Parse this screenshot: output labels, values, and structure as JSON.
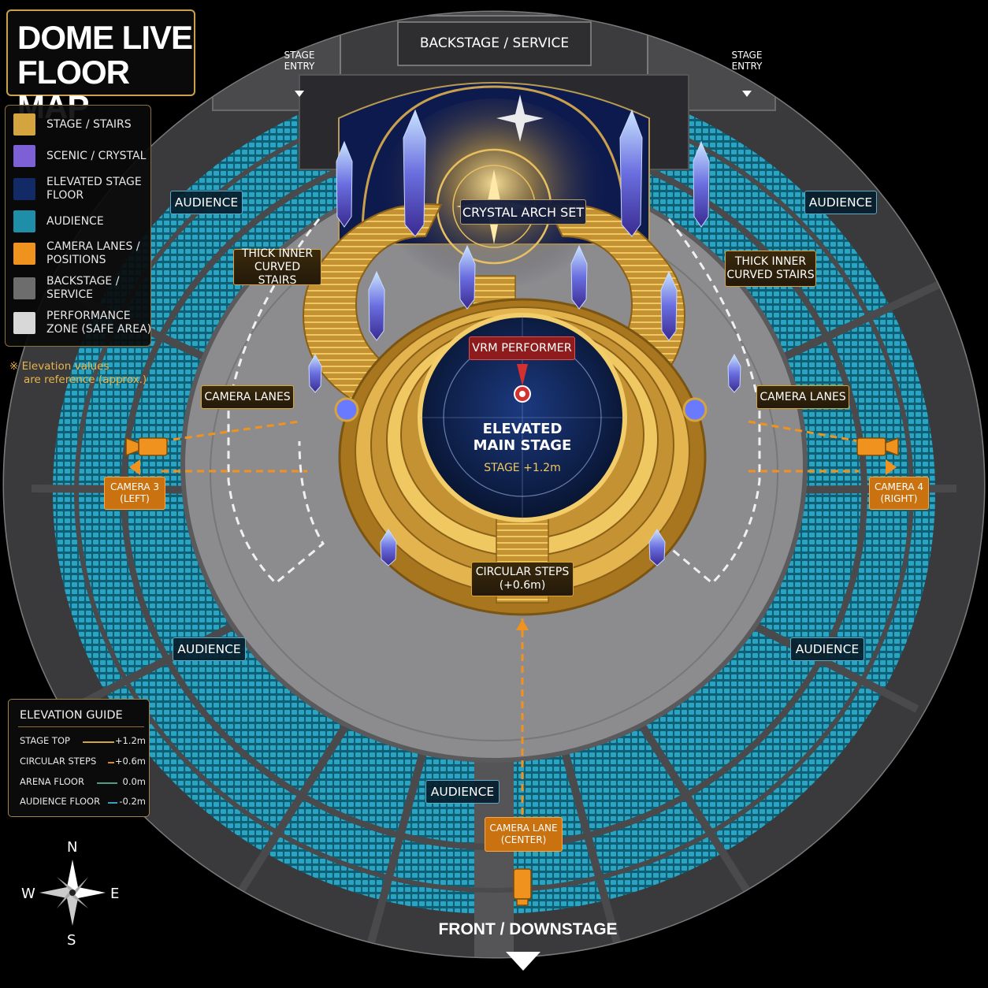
{
  "title": {
    "line1": "DOME LIVE",
    "line2": "FLOOR MAP"
  },
  "legend": [
    {
      "label": "STAGE / STAIRS",
      "color": "#d4a43e"
    },
    {
      "label": "SCENIC / CRYSTAL",
      "color": "#7d5fd6"
    },
    {
      "label": "ELEVATED STAGE FLOOR",
      "color": "#122a66"
    },
    {
      "label": "AUDIENCE",
      "color": "#1f8ea8"
    },
    {
      "label": "CAMERA LANES / POSITIONS",
      "color": "#f0921e"
    },
    {
      "label": "BACKSTAGE / SERVICE",
      "color": "#6d6d6d"
    },
    {
      "label": "PERFORMANCE ZONE (SAFE AREA)",
      "color": "#d8d8d8"
    }
  ],
  "note": {
    "line1": "※ Elevation values",
    "line2": "are reference (approx.)"
  },
  "labels": {
    "backstage": "BACKSTAGE / SERVICE",
    "stage_entry_left": "STAGE ENTRY",
    "stage_entry_right": "STAGE ENTRY",
    "crystal_arch": "CRYSTAL ARCH SET",
    "stairs_left": "THICK INNER CURVED STAIRS",
    "stairs_right": "THICK INNER CURVED STAIRS",
    "vrm_performer": "VRM PERFORMER",
    "main_stage": "ELEVATED MAIN STAGE",
    "stage_height": "STAGE +1.2m",
    "circular_steps": "CIRCULAR STEPS (+0.6m)",
    "camera_lanes_left": "CAMERA LANES",
    "camera_lanes_right": "CAMERA LANES",
    "camera3": "CAMERA 3 (LEFT)",
    "camera4": "CAMERA 4 (RIGHT)",
    "camera_center": "CAMERA LANE (CENTER)",
    "audience_nw": "AUDIENCE",
    "audience_ne": "AUDIENCE",
    "audience_sw": "AUDIENCE",
    "audience_se": "AUDIENCE",
    "audience_s": "AUDIENCE",
    "front": "FRONT / DOWNSTAGE"
  },
  "elevation_guide": {
    "title": "ELEVATION GUIDE",
    "rows": [
      {
        "name": "STAGE TOP",
        "value": "+1.2m",
        "color": "#d4a43e"
      },
      {
        "name": "CIRCULAR STEPS",
        "value": "+0.6m",
        "color": "#e08a1e"
      },
      {
        "name": "ARENA FLOOR",
        "value": "0.0m",
        "color": "#4aa080"
      },
      {
        "name": "AUDIENCE FLOOR",
        "value": "-0.2m",
        "color": "#3aa0c0"
      }
    ]
  },
  "compass": {
    "n": "N",
    "s": "S",
    "e": "E",
    "w": "W"
  },
  "colors": {
    "stage_gold": "#d4a43e",
    "crystal": "#7d5fd6",
    "stage_floor": "#122a66",
    "audience": "#1f8ea8",
    "camera": "#f0921e",
    "backstage": "#6d6d6d",
    "arena_floor": "#8f8f8f"
  }
}
